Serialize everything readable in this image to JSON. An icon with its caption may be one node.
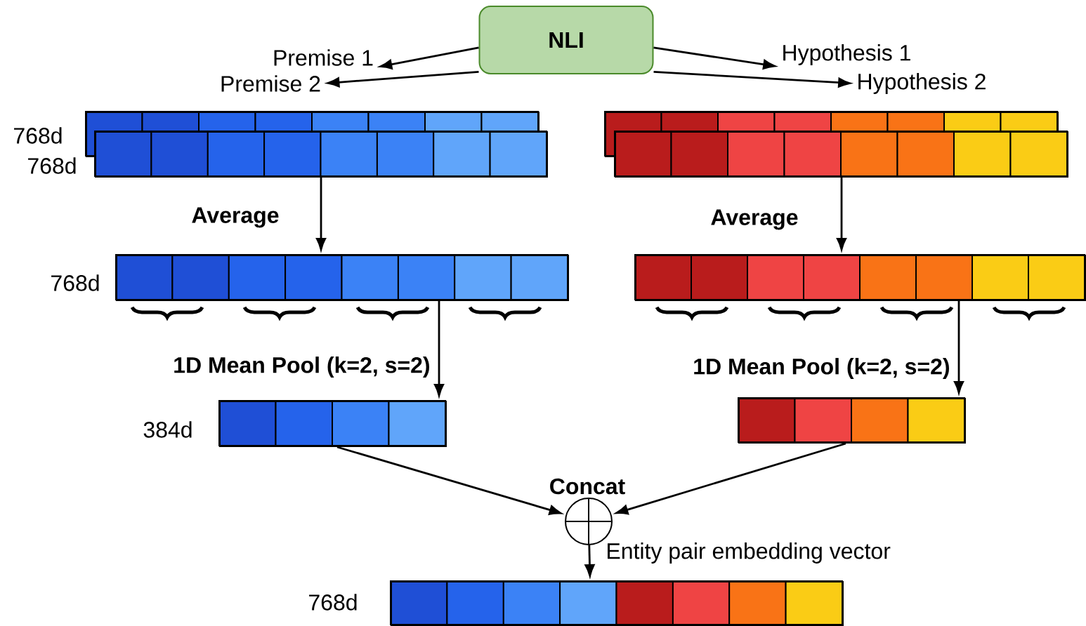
{
  "diagram": {
    "nodes": [
      {
        "text": [
          "NLI"
        ]
      },
      {
        "text": [
          "Premise 1"
        ]
      },
      {
        "text": [
          "Premise 2"
        ]
      },
      {
        "text": [
          "Hypothesis 1"
        ]
      },
      {
        "text": [
          "Hypothesis 2"
        ]
      },
      {
        "text": [],
        "shape": "bar",
        "beside": [
          "768d"
        ]
      },
      {
        "text": [],
        "shape": "bar",
        "beside": [
          "768d"
        ]
      },
      {
        "text": [],
        "shape": "bar"
      },
      {
        "text": [],
        "shape": "bar"
      },
      {
        "text": [],
        "shape": "bar",
        "beside": [
          "768d"
        ]
      },
      {
        "text": [],
        "shape": "bar"
      },
      {
        "text": [],
        "shape": "bar",
        "beside": [
          "384d"
        ]
      },
      {
        "text": [],
        "shape": "bar"
      },
      {
        "text": [
          "Concat"
        ]
      },
      {
        "text": [],
        "shape": "bar",
        "beside": [
          "768d"
        ]
      }
    ],
    "edges": [
      {
        "from": 0,
        "to": 1,
        "arrow": "to"
      },
      {
        "from": 0,
        "to": 2,
        "arrow": "to"
      },
      {
        "from": 0,
        "to": 3,
        "arrow": "to"
      },
      {
        "from": 0,
        "to": 4,
        "arrow": "to"
      },
      {
        "from": 6,
        "to": 9,
        "arrow": "to",
        "label": "Average"
      },
      {
        "from": 8,
        "to": 10,
        "arrow": "to",
        "label": "Average"
      },
      {
        "from": 9,
        "to": 11,
        "arrow": "to",
        "label": "1D Mean Pool (k=2, s=2)"
      },
      {
        "from": 10,
        "to": 12,
        "arrow": "to",
        "label": "1D Mean Pool (k=2, s=2)"
      },
      {
        "from": 11,
        "to": 13,
        "arrow": "to"
      },
      {
        "from": 12,
        "to": 13,
        "arrow": "to"
      },
      {
        "from": 13,
        "to": 14,
        "arrow": "to"
      }
    ],
    "labels": [
      "Entity pair embedding vector"
    ]
  }
}
